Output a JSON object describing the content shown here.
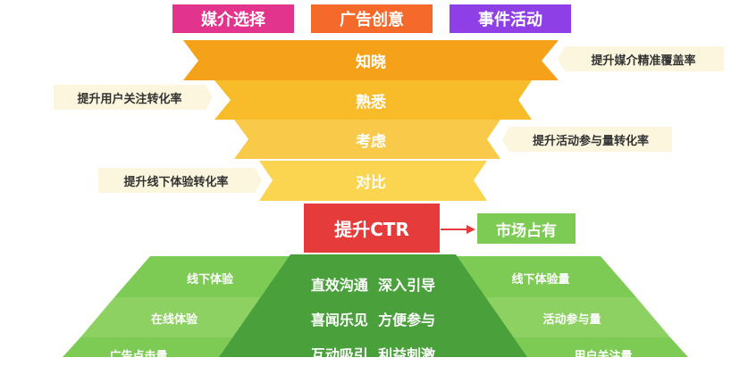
{
  "top_tags": [
    {
      "label": "媒介选择",
      "color": "#e2338d"
    },
    {
      "label": "广告创意",
      "color": "#f56a2b"
    },
    {
      "label": "事件活动",
      "color": "#8f3fe6"
    }
  ],
  "funnel": [
    {
      "label": "知晓",
      "color": "#f5a21a"
    },
    {
      "label": "熟悉",
      "color": "#f8bb2a"
    },
    {
      "label": "考虑",
      "color": "#f9c94a"
    },
    {
      "label": "对比",
      "color": "#fbd54f"
    }
  ],
  "side_notes": {
    "n1": "提升媒介精准覆盖率",
    "n2": "提升用户关注转化率",
    "n3": "提升活动参与量转化率",
    "n4": "提升线下体验转化率"
  },
  "ctr": {
    "label": "提升CTR",
    "color": "#e63b3b"
  },
  "market": {
    "label": "市场占有",
    "color": "#7dcb54"
  },
  "pyramid": {
    "left": [
      "线下体验",
      "在线体验",
      "广告点击量"
    ],
    "center": [
      "直效沟通  深入引导",
      "喜闻乐见  方便参与",
      "互动吸引  利益刺激"
    ],
    "right": [
      "线下体验量",
      "活动参与量",
      "用户关注量"
    ]
  },
  "colors": {
    "green_dark": "#4aa13c",
    "green_mid": "#6cbf45",
    "green_light": "#8ed163",
    "note_bg": "#fbf6dd"
  }
}
